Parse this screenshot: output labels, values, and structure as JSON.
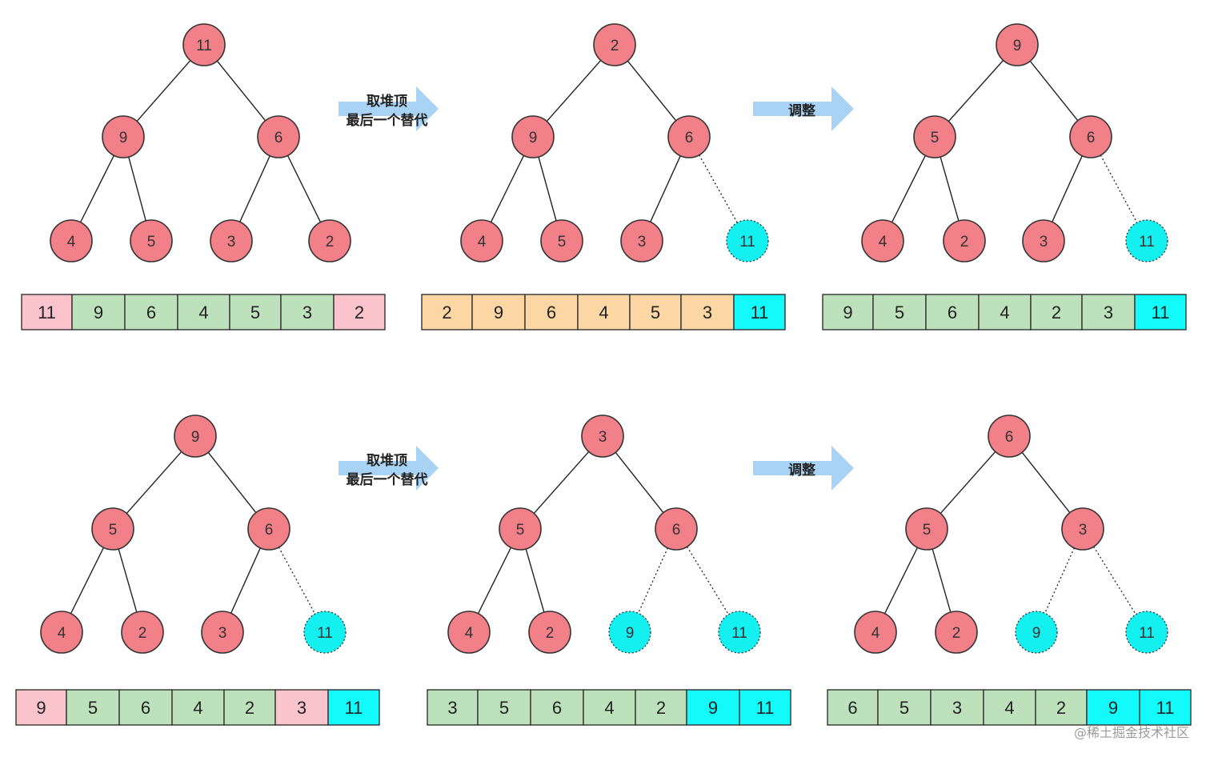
{
  "colors": {
    "node_fill": "#f28088",
    "node_stroke": "#333333",
    "sorted_fill": "#14f0f0",
    "edge": "#222222",
    "cell_pink": "#fbc3cb",
    "cell_green": "#bde2bb",
    "cell_orange": "#fdd7a3",
    "cell_cyan": "#12fafa",
    "arrow": "#a9d3f5"
  },
  "panels": [
    {
      "nodes": [
        {
          "v": "11",
          "s": false
        },
        {
          "v": "9",
          "s": false
        },
        {
          "v": "6",
          "s": false
        },
        {
          "v": "4",
          "s": false
        },
        {
          "v": "5",
          "s": false
        },
        {
          "v": "3",
          "s": false
        },
        {
          "v": "2",
          "s": false
        }
      ],
      "cells": [
        {
          "v": "11",
          "c": "pink"
        },
        {
          "v": "9",
          "c": "green"
        },
        {
          "v": "6",
          "c": "green"
        },
        {
          "v": "4",
          "c": "green"
        },
        {
          "v": "5",
          "c": "green"
        },
        {
          "v": "3",
          "c": "green"
        },
        {
          "v": "2",
          "c": "pink"
        }
      ]
    },
    {
      "nodes": [
        {
          "v": "2",
          "s": false
        },
        {
          "v": "9",
          "s": false
        },
        {
          "v": "6",
          "s": false
        },
        {
          "v": "4",
          "s": false
        },
        {
          "v": "5",
          "s": false
        },
        {
          "v": "3",
          "s": false
        },
        {
          "v": "11",
          "s": true
        }
      ],
      "cells": [
        {
          "v": "2",
          "c": "orange"
        },
        {
          "v": "9",
          "c": "orange"
        },
        {
          "v": "6",
          "c": "orange"
        },
        {
          "v": "4",
          "c": "orange"
        },
        {
          "v": "5",
          "c": "orange"
        },
        {
          "v": "3",
          "c": "orange"
        },
        {
          "v": "11",
          "c": "cyan"
        }
      ]
    },
    {
      "nodes": [
        {
          "v": "9",
          "s": false
        },
        {
          "v": "5",
          "s": false
        },
        {
          "v": "6",
          "s": false
        },
        {
          "v": "4",
          "s": false
        },
        {
          "v": "2",
          "s": false
        },
        {
          "v": "3",
          "s": false
        },
        {
          "v": "11",
          "s": true
        }
      ],
      "cells": [
        {
          "v": "9",
          "c": "green"
        },
        {
          "v": "5",
          "c": "green"
        },
        {
          "v": "6",
          "c": "green"
        },
        {
          "v": "4",
          "c": "green"
        },
        {
          "v": "2",
          "c": "green"
        },
        {
          "v": "3",
          "c": "green"
        },
        {
          "v": "11",
          "c": "cyan"
        }
      ]
    },
    {
      "nodes": [
        {
          "v": "9",
          "s": false
        },
        {
          "v": "5",
          "s": false
        },
        {
          "v": "6",
          "s": false
        },
        {
          "v": "4",
          "s": false
        },
        {
          "v": "2",
          "s": false
        },
        {
          "v": "3",
          "s": false
        },
        {
          "v": "11",
          "s": true
        }
      ],
      "cells": [
        {
          "v": "9",
          "c": "pink"
        },
        {
          "v": "5",
          "c": "green"
        },
        {
          "v": "6",
          "c": "green"
        },
        {
          "v": "4",
          "c": "green"
        },
        {
          "v": "2",
          "c": "green"
        },
        {
          "v": "3",
          "c": "pink"
        },
        {
          "v": "11",
          "c": "cyan"
        }
      ]
    },
    {
      "nodes": [
        {
          "v": "3",
          "s": false
        },
        {
          "v": "5",
          "s": false
        },
        {
          "v": "6",
          "s": false
        },
        {
          "v": "4",
          "s": false
        },
        {
          "v": "2",
          "s": false
        },
        {
          "v": "9",
          "s": true
        },
        {
          "v": "11",
          "s": true
        }
      ],
      "cells": [
        {
          "v": "3",
          "c": "green"
        },
        {
          "v": "5",
          "c": "green"
        },
        {
          "v": "6",
          "c": "green"
        },
        {
          "v": "4",
          "c": "green"
        },
        {
          "v": "2",
          "c": "green"
        },
        {
          "v": "9",
          "c": "cyan"
        },
        {
          "v": "11",
          "c": "cyan"
        }
      ]
    },
    {
      "nodes": [
        {
          "v": "6",
          "s": false
        },
        {
          "v": "5",
          "s": false
        },
        {
          "v": "3",
          "s": false
        },
        {
          "v": "4",
          "s": false
        },
        {
          "v": "2",
          "s": false
        },
        {
          "v": "9",
          "s": true
        },
        {
          "v": "11",
          "s": true
        }
      ],
      "cells": [
        {
          "v": "6",
          "c": "green"
        },
        {
          "v": "5",
          "c": "green"
        },
        {
          "v": "3",
          "c": "green"
        },
        {
          "v": "4",
          "c": "green"
        },
        {
          "v": "2",
          "c": "green"
        },
        {
          "v": "9",
          "c": "cyan"
        },
        {
          "v": "11",
          "c": "cyan"
        }
      ]
    }
  ],
  "arrows": [
    {
      "lines": [
        "取堆顶",
        "最后一个替代"
      ]
    },
    {
      "lines": [
        "调整"
      ]
    },
    {
      "lines": [
        "取堆顶",
        "最后一个替代"
      ]
    },
    {
      "lines": [
        "调整"
      ]
    }
  ],
  "watermark": "@稀土掘金技术社区"
}
